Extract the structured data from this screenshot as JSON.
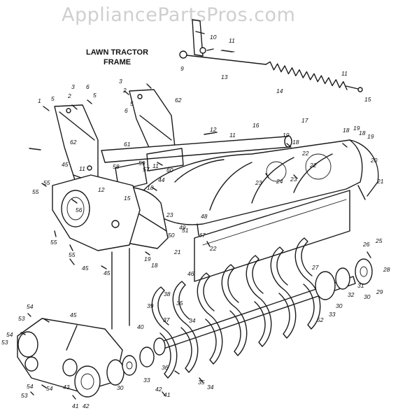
{
  "watermark": "AppliancePartsPros.com",
  "frame_label": [
    "LAWN TRACTOR",
    "FRAME"
  ],
  "part_labels": [
    {
      "id": "l9",
      "text": "9"
    },
    {
      "id": "l10",
      "text": "10"
    },
    {
      "id": "l11a",
      "text": "11"
    },
    {
      "id": "l13",
      "text": "13"
    },
    {
      "id": "l14",
      "text": "14"
    },
    {
      "id": "l11b",
      "text": "11"
    },
    {
      "id": "l15",
      "text": "15"
    },
    {
      "id": "l1",
      "text": "1"
    },
    {
      "id": "l5a",
      "text": "5"
    },
    {
      "id": "l2",
      "text": "2"
    },
    {
      "id": "l3a",
      "text": "3"
    },
    {
      "id": "l6a",
      "text": "6"
    },
    {
      "id": "l5b",
      "text": "5"
    },
    {
      "id": "l3b",
      "text": "3"
    },
    {
      "id": "l2b",
      "text": "2"
    },
    {
      "id": "l6b",
      "text": "6"
    },
    {
      "id": "l5c",
      "text": "5"
    },
    {
      "id": "l62a",
      "text": "62"
    },
    {
      "id": "l62b",
      "text": "62"
    },
    {
      "id": "l61",
      "text": "61"
    },
    {
      "id": "l12a",
      "text": "12"
    },
    {
      "id": "l11c",
      "text": "11"
    },
    {
      "id": "l16",
      "text": "16"
    },
    {
      "id": "l17",
      "text": "17"
    },
    {
      "id": "l18a",
      "text": "18"
    },
    {
      "id": "l19a",
      "text": "19"
    },
    {
      "id": "l18b",
      "text": "18"
    },
    {
      "id": "l19b",
      "text": "19"
    },
    {
      "id": "l20",
      "text": "20"
    },
    {
      "id": "l21a",
      "text": "21"
    },
    {
      "id": "l19c",
      "text": "19"
    },
    {
      "id": "l18c",
      "text": "18"
    },
    {
      "id": "l22a",
      "text": "22"
    },
    {
      "id": "l22b",
      "text": "22"
    },
    {
      "id": "l23a",
      "text": "23"
    },
    {
      "id": "l24",
      "text": "24"
    },
    {
      "id": "l23b",
      "text": "23"
    },
    {
      "id": "l45a",
      "text": "45"
    },
    {
      "id": "l11d",
      "text": "11"
    },
    {
      "id": "l58",
      "text": "58"
    },
    {
      "id": "l59",
      "text": "59"
    },
    {
      "id": "l57",
      "text": "57"
    },
    {
      "id": "l60",
      "text": "60"
    },
    {
      "id": "l11e",
      "text": "11"
    },
    {
      "id": "l12b",
      "text": "12"
    },
    {
      "id": "l44",
      "text": "44"
    },
    {
      "id": "l55a",
      "text": "55"
    },
    {
      "id": "l55b",
      "text": "55"
    },
    {
      "id": "l56",
      "text": "56"
    },
    {
      "id": "l15b",
      "text": "15"
    },
    {
      "id": "l18d",
      "text": "18"
    },
    {
      "id": "l23c",
      "text": "23"
    },
    {
      "id": "l50",
      "text": "50"
    },
    {
      "id": "l49",
      "text": "49"
    },
    {
      "id": "l51",
      "text": "51"
    },
    {
      "id": "l48",
      "text": "48"
    },
    {
      "id": "l47",
      "text": "47"
    },
    {
      "id": "l22c",
      "text": "22"
    },
    {
      "id": "l55c",
      "text": "55"
    },
    {
      "id": "l55d",
      "text": "55"
    },
    {
      "id": "l45b",
      "text": "45"
    },
    {
      "id": "l45c",
      "text": "45"
    },
    {
      "id": "l19d",
      "text": "19"
    },
    {
      "id": "l18e",
      "text": "18"
    },
    {
      "id": "l21b",
      "text": "21"
    },
    {
      "id": "l46",
      "text": "46"
    },
    {
      "id": "l26",
      "text": "26"
    },
    {
      "id": "l25",
      "text": "25"
    },
    {
      "id": "l27",
      "text": "27"
    },
    {
      "id": "l28",
      "text": "28"
    },
    {
      "id": "l31",
      "text": "31"
    },
    {
      "id": "l32",
      "text": "32"
    },
    {
      "id": "l30a",
      "text": "30"
    },
    {
      "id": "l29",
      "text": "29"
    },
    {
      "id": "l33a",
      "text": "33"
    },
    {
      "id": "l30b",
      "text": "30"
    },
    {
      "id": "l52",
      "text": "52"
    },
    {
      "id": "l38",
      "text": "38"
    },
    {
      "id": "l35a",
      "text": "35"
    },
    {
      "id": "l39",
      "text": "39"
    },
    {
      "id": "l37",
      "text": "37"
    },
    {
      "id": "l34a",
      "text": "34"
    },
    {
      "id": "l40",
      "text": "40"
    },
    {
      "id": "l36",
      "text": "36"
    },
    {
      "id": "l35b",
      "text": "35"
    },
    {
      "id": "l34b",
      "text": "34"
    },
    {
      "id": "l33b",
      "text": "33"
    },
    {
      "id": "l30c",
      "text": "30"
    },
    {
      "id": "l42a",
      "text": "42"
    },
    {
      "id": "l41a",
      "text": "41"
    },
    {
      "id": "l54a",
      "text": "54"
    },
    {
      "id": "l53a",
      "text": "53"
    },
    {
      "id": "l45d",
      "text": "45"
    },
    {
      "id": "l54b",
      "text": "54"
    },
    {
      "id": "l43",
      "text": "43"
    },
    {
      "id": "l53b",
      "text": "53"
    },
    {
      "id": "l54c",
      "text": "54"
    },
    {
      "id": "l53c",
      "text": "53"
    },
    {
      "id": "l54d",
      "text": "54"
    },
    {
      "id": "l41b",
      "text": "41"
    },
    {
      "id": "l42b",
      "text": "42"
    }
  ]
}
